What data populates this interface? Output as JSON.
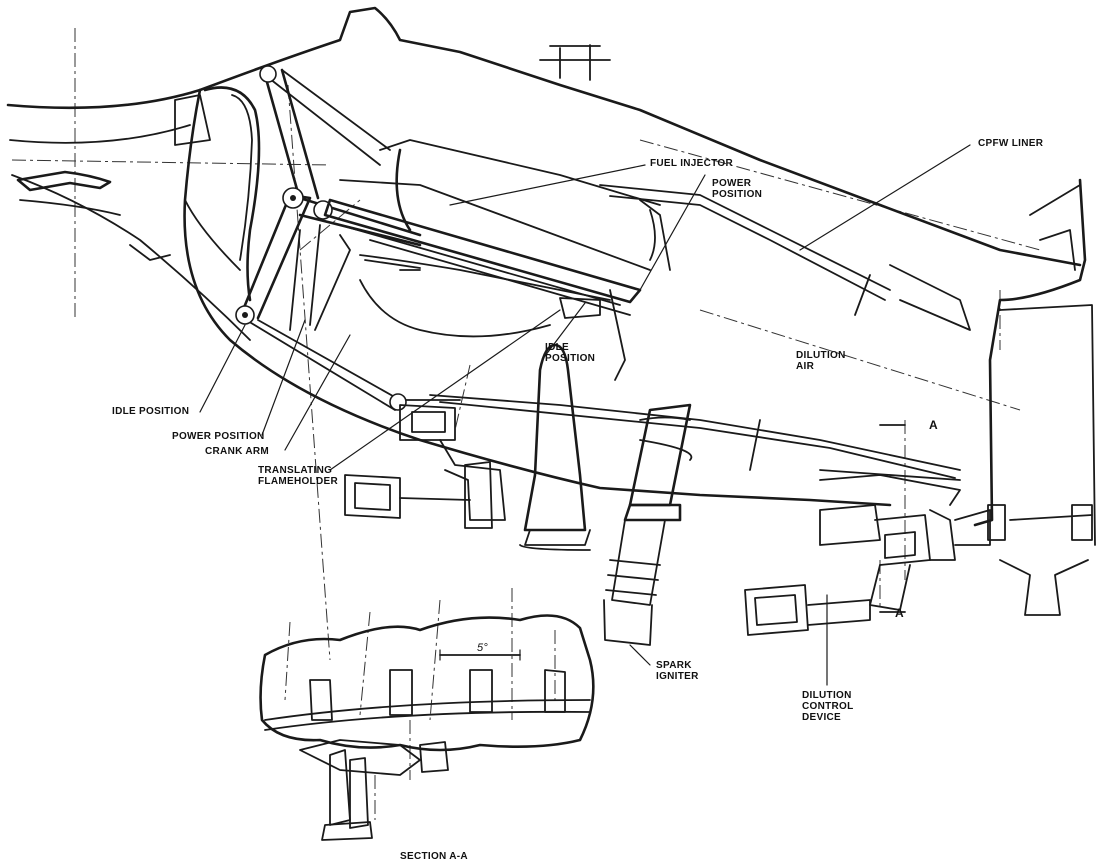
{
  "labels": {
    "fuel_injector": "FUEL INJECTOR",
    "power_position_top": "POWER\nPOSITION",
    "cpfw_liner": "CPFW LINER",
    "idle_position_inner": "IDLE\nPOSITION",
    "dilution_air": "DILUTION\nAIR",
    "idle_position": "IDLE POSITION",
    "power_position": "POWER POSITION",
    "crank_arm": "CRANK ARM",
    "translating_flameholder": "TRANSLATING\nFLAMEHOLDER",
    "section_marker_top": "A",
    "section_marker_bottom": "A",
    "spark_igniter": "SPARK\nIGNITER",
    "dilution_control_device": "DILUTION\nCONTROL\nDEVICE",
    "angle": "5°",
    "section_aa": "SECTION A-A"
  }
}
